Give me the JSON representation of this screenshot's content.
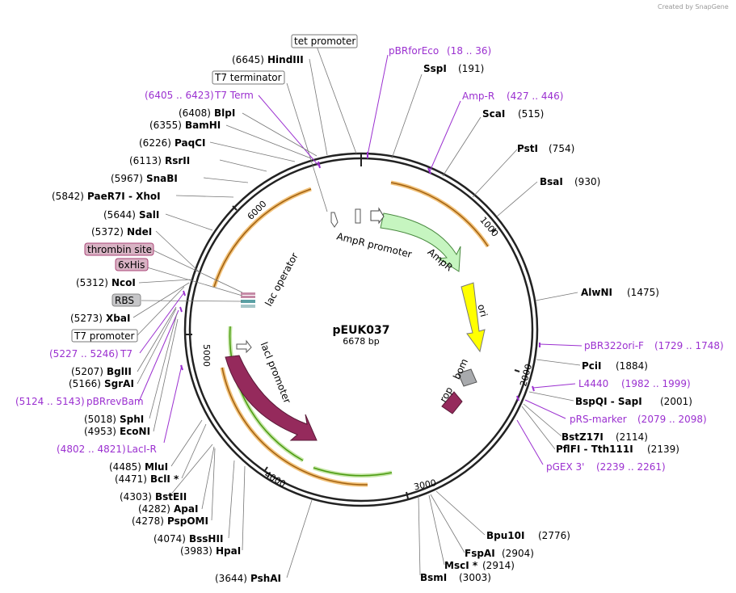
{
  "branding": "Created by SnapGene",
  "plasmid": {
    "name": "pEUK037",
    "size": "6678 bp",
    "total_bp": 6678
  },
  "ticks": [
    "1000",
    "2000",
    "3000",
    "4000",
    "5000",
    "6000"
  ],
  "sites": [
    {
      "name": "HindIII",
      "pos": "(6645)",
      "side": "L"
    },
    {
      "name": "BlpI",
      "pos": "(6408)",
      "side": "L"
    },
    {
      "name": "BamHI",
      "pos": "(6355)",
      "side": "L"
    },
    {
      "name": "PaqCI",
      "pos": "(6226)",
      "side": "L"
    },
    {
      "name": "RsrII",
      "pos": "(6113)",
      "side": "L"
    },
    {
      "name": "SnaBI",
      "pos": "(5967)",
      "side": "L"
    },
    {
      "name": "PaeR7I - XhoI",
      "pos": "(5842)",
      "side": "L"
    },
    {
      "name": "SalI",
      "pos": "(5644)",
      "side": "L"
    },
    {
      "name": "NdeI",
      "pos": "(5372)",
      "side": "L"
    },
    {
      "name": "NcoI",
      "pos": "(5312)",
      "side": "L"
    },
    {
      "name": "XbaI",
      "pos": "(5273)",
      "side": "L"
    },
    {
      "name": "BglII",
      "pos": "(5207)",
      "side": "L"
    },
    {
      "name": "SgrAI",
      "pos": "(5166)",
      "side": "L"
    },
    {
      "name": "SphI",
      "pos": "(5018)",
      "side": "L"
    },
    {
      "name": "EcoNI",
      "pos": "(4953)",
      "side": "L"
    },
    {
      "name": "MluI",
      "pos": "(4485)",
      "side": "L"
    },
    {
      "name": "BclI *",
      "pos": "(4471)",
      "side": "L"
    },
    {
      "name": "BstEII",
      "pos": "(4303)",
      "side": "L"
    },
    {
      "name": "ApaI",
      "pos": "(4282)",
      "side": "L"
    },
    {
      "name": "PspOMI",
      "pos": "(4278)",
      "side": "L"
    },
    {
      "name": "BssHII",
      "pos": "(4074)",
      "side": "L"
    },
    {
      "name": "HpaI",
      "pos": "(3983)",
      "side": "L"
    },
    {
      "name": "PshAI",
      "pos": "(3644)",
      "side": "L"
    },
    {
      "name": "SspI",
      "pos": "(191)",
      "side": "R"
    },
    {
      "name": "ScaI",
      "pos": "(515)",
      "side": "R"
    },
    {
      "name": "PstI",
      "pos": "(754)",
      "side": "R"
    },
    {
      "name": "BsaI",
      "pos": "(930)",
      "side": "R"
    },
    {
      "name": "AlwNI",
      "pos": "(1475)",
      "side": "R"
    },
    {
      "name": "PciI",
      "pos": "(1884)",
      "side": "R"
    },
    {
      "name": "BspQI - SapI",
      "pos": "(2001)",
      "side": "R"
    },
    {
      "name": "BstZ17I",
      "pos": "(2114)",
      "side": "R"
    },
    {
      "name": "PflFI - Tth111I",
      "pos": "(2139)",
      "side": "R"
    },
    {
      "name": "Bpu10I",
      "pos": "(2776)",
      "side": "R"
    },
    {
      "name": "FspAI",
      "pos": "(2904)",
      "side": "R"
    },
    {
      "name": "MscI *",
      "pos": "(2914)",
      "side": "R"
    },
    {
      "name": "BsmI",
      "pos": "(3003)",
      "side": "R"
    }
  ],
  "primers": [
    {
      "name": "pBRforEco",
      "range": "(18 .. 36)"
    },
    {
      "name": "Amp-R",
      "range": "(427 .. 446)"
    },
    {
      "name": "pBR322ori-F",
      "range": "(1729 .. 1748)"
    },
    {
      "name": "L4440",
      "range": "(1982 .. 1999)"
    },
    {
      "name": "pRS-marker",
      "range": "(2079 .. 2098)"
    },
    {
      "name": "pGEX 3'",
      "range": "(2239 .. 2261)"
    },
    {
      "name": "T7 Term",
      "range": "(6405 .. 6423)"
    },
    {
      "name": "T7",
      "range": "(5227 .. 5246)"
    },
    {
      "name": "pBRrevBam",
      "range": "(5124 .. 5143)"
    },
    {
      "name": "LacI-R",
      "range": "(4802 .. 4821)"
    }
  ],
  "boxed_labels": [
    {
      "text": "tet promoter",
      "style": "outline"
    },
    {
      "text": "T7 terminator",
      "style": "outline"
    },
    {
      "text": "thrombin site",
      "style": "pink"
    },
    {
      "text": "6xHis",
      "style": "pink"
    },
    {
      "text": "RBS",
      "style": "gray"
    },
    {
      "text": "T7 promoter",
      "style": "outline"
    }
  ],
  "features": [
    {
      "name": "AmpR promoter"
    },
    {
      "name": "AmpR"
    },
    {
      "name": "ori"
    },
    {
      "name": "bom"
    },
    {
      "name": "rop"
    },
    {
      "name": "lacI"
    },
    {
      "name": "lacI promoter"
    },
    {
      "name": "lac operator"
    }
  ],
  "colors": {
    "primer": "#9b30d0",
    "ampr": "#c6f5c0",
    "ori": "#ffff00",
    "laci": "#952a5c",
    "orf_glow": "#f2c27a",
    "orf_green": "#6ab42d"
  }
}
